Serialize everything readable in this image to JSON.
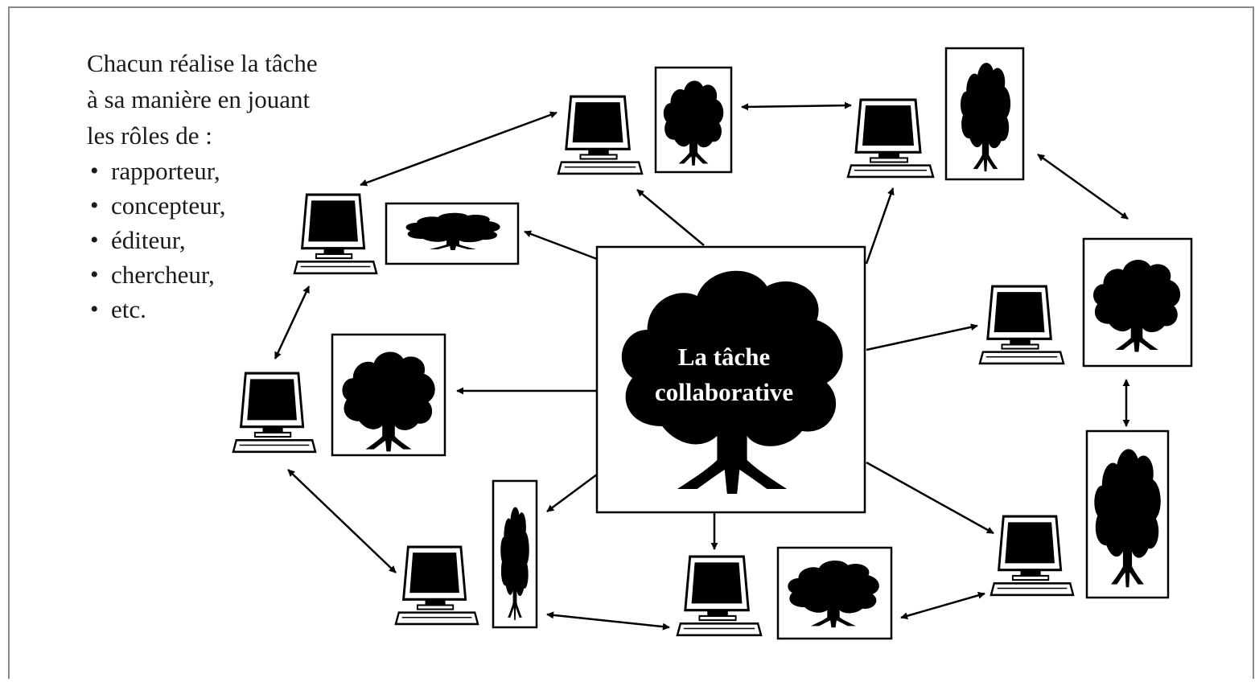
{
  "intro": {
    "lines": [
      "Chacun réalise la tâche",
      "à sa manière en jouant",
      "les rôles de :"
    ],
    "roles": [
      "rapporteur,",
      "concepteur,",
      "éditeur,",
      "chercheur,",
      "etc."
    ]
  },
  "center": {
    "label_lines": [
      "La tâche",
      "collaborative"
    ]
  },
  "colors": {
    "ink": "#000000",
    "frame_border": "#8a8a8a",
    "background": "#ffffff"
  },
  "icons": {
    "workstation": "computer-icon",
    "version": "tree-icon"
  }
}
